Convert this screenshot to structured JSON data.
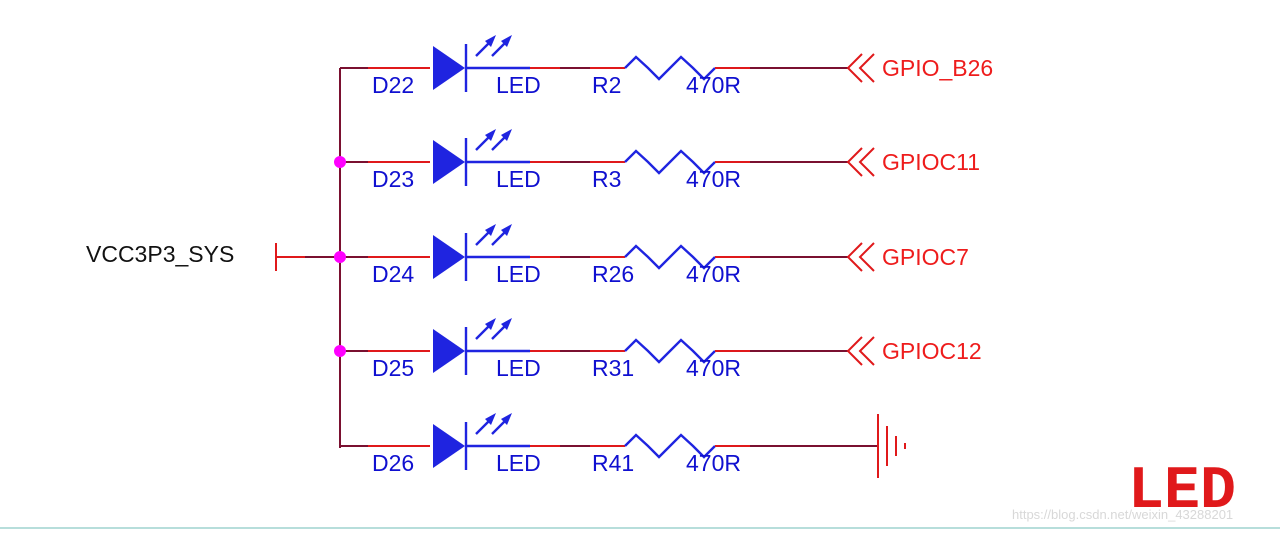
{
  "power_net": "VCC3P3_SYS",
  "rows": [
    {
      "diode": "D22",
      "diode_value": "LED",
      "resistor": "R2",
      "resistor_value": "470R",
      "port": "GPIO_B26",
      "ground": false
    },
    {
      "diode": "D23",
      "diode_value": "LED",
      "resistor": "R3",
      "resistor_value": "470R",
      "port": "GPIOC11",
      "ground": false
    },
    {
      "diode": "D24",
      "diode_value": "LED",
      "resistor": "R26",
      "resistor_value": "470R",
      "port": "GPIOC7",
      "ground": false
    },
    {
      "diode": "D25",
      "diode_value": "LED",
      "resistor": "R31",
      "resistor_value": "470R",
      "port": "GPIOC12",
      "ground": false
    },
    {
      "diode": "D26",
      "diode_value": "LED",
      "resistor": "R41",
      "resistor_value": "470R",
      "port": "",
      "ground": true
    }
  ],
  "title": "LED",
  "watermark": "https://blog.csdn.net/weixin_43288201",
  "colors": {
    "wire": "#7a1030",
    "component": "#1f24e0",
    "net_label": "#ee1c1c",
    "junction": "#ff00ff",
    "title": "#e0191b"
  }
}
